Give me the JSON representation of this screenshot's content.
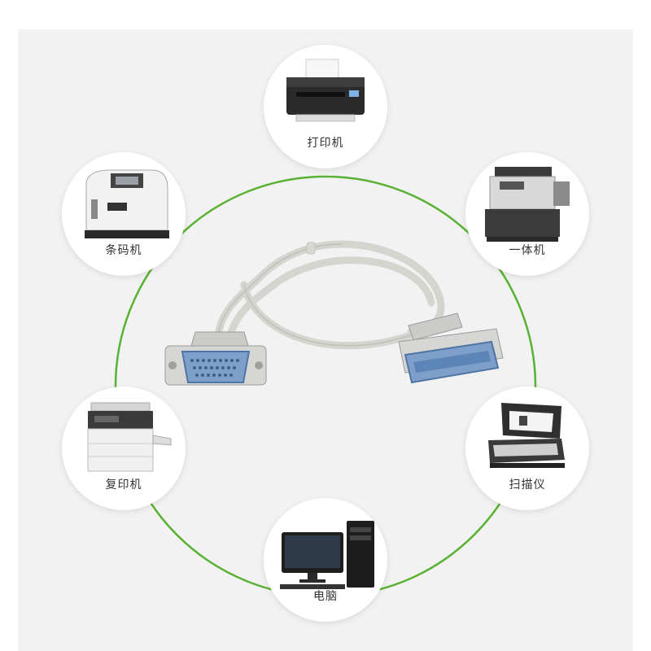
{
  "colors": {
    "ring": "#5ab234",
    "background": "#f1f2f1",
    "node": "#ffffff",
    "cable": "#d9d9d3",
    "connector_metal": "#c9cbc9",
    "connector_blue": "#5c86b8"
  },
  "center": {
    "icon": "parallel-cable-icon"
  },
  "devices": [
    {
      "id": "printer",
      "label": "打印机",
      "icon": "inkjet-printer-icon"
    },
    {
      "id": "all-in-one",
      "label": "一体机",
      "icon": "multifunction-printer-icon"
    },
    {
      "id": "scanner",
      "label": "扫描仪",
      "icon": "scanner-icon"
    },
    {
      "id": "computer",
      "label": "电脑",
      "icon": "desktop-computer-icon"
    },
    {
      "id": "copier",
      "label": "复印机",
      "icon": "copier-icon"
    },
    {
      "id": "barcode-printer",
      "label": "条码机",
      "icon": "barcode-printer-icon"
    }
  ]
}
